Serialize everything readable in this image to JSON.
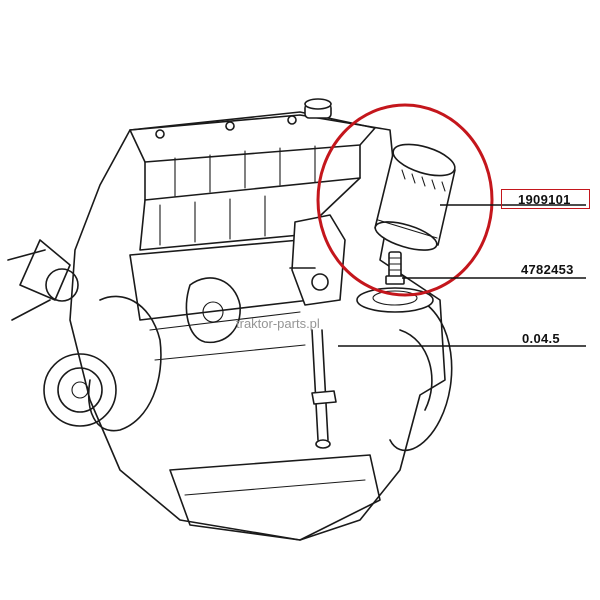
{
  "diagram": {
    "parts": [
      {
        "id": "oil-filter",
        "number": "1909101",
        "highlighted": true
      },
      {
        "id": "filter-nipple",
        "number": "4782453",
        "highlighted": false
      },
      {
        "id": "dipstick",
        "number": "0.04.5",
        "highlighted": false
      }
    ],
    "watermark": "traktor-parts.pl",
    "colors": {
      "highlight": "#c4161c",
      "line": "#1a1a1a",
      "watermark": "#8a8a8a"
    }
  }
}
